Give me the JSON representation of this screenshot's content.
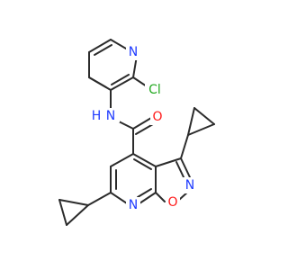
{
  "molecule": {
    "colors": {
      "bond": "#2b2b2b",
      "nitrogen": "#1f3bff",
      "oxygen": "#ff1a1a",
      "chlorine": "#22a81f"
    },
    "labels": {
      "n_pyridine": "N",
      "cl": "Cl",
      "nh": "N",
      "h": "H",
      "o_carbonyl": "O",
      "n_isoxazole": "N",
      "o_isoxazole": "O",
      "n_core_pyridine": "N"
    }
  }
}
